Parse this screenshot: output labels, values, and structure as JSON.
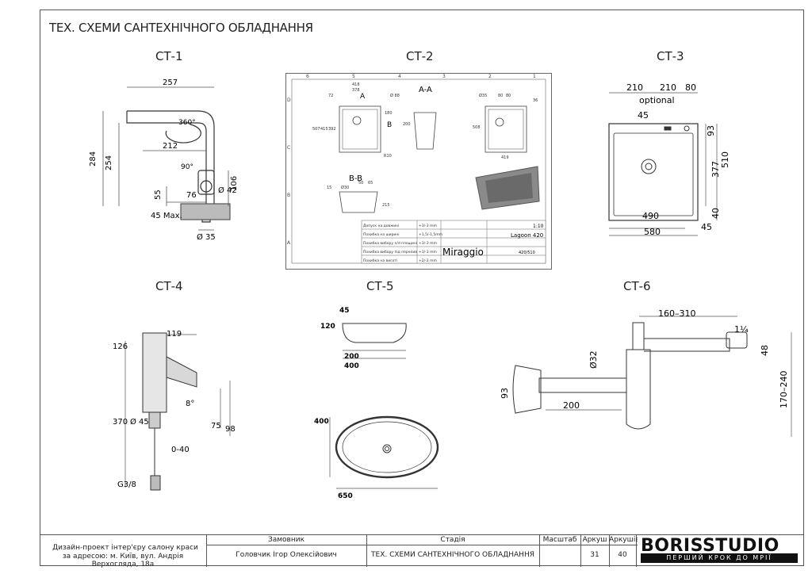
{
  "sheet_title": "ТЕХ. СХЕМИ САНТЕХНІЧНОГО ОБЛАДНАННЯ",
  "labels": {
    "ct1": "СТ-1",
    "ct2": "СТ-2",
    "ct3": "СТ-3",
    "ct4": "СТ-4",
    "ct5": "СТ-5",
    "ct6": "СТ-6"
  },
  "ct1": {
    "d257": "257",
    "d284": "284",
    "d254": "254",
    "d212": "212",
    "d360": "360°",
    "d90": "90°",
    "d55": "55",
    "d76": "76",
    "d42": "Ø 42",
    "d106": "106",
    "d45max": "45 Max.",
    "d35": "Ø 35"
  },
  "ct2": {
    "col_nums": [
      "6",
      "5",
      "4",
      "3",
      "2",
      "1"
    ],
    "row_letters": [
      "D",
      "C",
      "B",
      "A"
    ],
    "sec_aa": "A-A",
    "sec_bb": "B-B",
    "mark_a": "A",
    "mark_b": "B",
    "d418": "418",
    "d378": "378",
    "d72": "72",
    "d88": "Ø 88",
    "d180": "180",
    "d200": "200",
    "d507": "507",
    "d415": "415",
    "d392": "392",
    "dR10": "R10",
    "d35": "Ø35",
    "d80a": "80",
    "d80b": "80",
    "d36": "36",
    "d508": "508",
    "d419": "419",
    "d30": "Ø30",
    "d50": "50",
    "d65": "65",
    "d15": "15",
    "d215": "215",
    "table_rows": [
      "Допуск на довжині",
      "Похибка на ширині",
      "Похибка вибору n/d площині",
      "Похибка вибору під перелив",
      "Похибка на висоті"
    ],
    "table_vals": [
      "+3/-3 mm",
      "+1,5/-1,5mm",
      "+3/-3 mm",
      "+3/-3 mm",
      "+2/-2 mm"
    ],
    "scale": "1:10",
    "model": "Lagoon 420",
    "size": "420/510",
    "brand": "Miraggio"
  },
  "ct3": {
    "d210a": "210",
    "d210b": "210",
    "d80": "80",
    "optional": "optional",
    "d45": "45",
    "d93": "93",
    "d377": "377",
    "d510": "510",
    "d490": "490",
    "d40": "40",
    "d45b": "45",
    "d580": "580"
  },
  "ct4": {
    "d119": "119",
    "d126": "126",
    "d370": "370",
    "d45": "Ø 45",
    "d8": "8°",
    "d75": "75",
    "d98": "98",
    "d040": "0-40",
    "g38": "G3/8"
  },
  "ct5": {
    "d45": "45",
    "d120": "120",
    "d200": "200",
    "d400": "400",
    "d400b": "400",
    "d650": "650"
  },
  "ct6": {
    "d160310": "160–310",
    "d114": "1¼",
    "d48": "48",
    "d32": "Ø32",
    "d93": "93",
    "d200": "200",
    "d170240": "170–240"
  },
  "title_block": {
    "project_line1": "Дизайн-проект інтер'єру салону краси",
    "project_line2": "за адресою: м. Київ, вул. Андрія Верхогляда, 18а",
    "h_customer": "Замовник",
    "v_customer": "Головчик Ігор Олексійович",
    "h_stage": "Стадія",
    "v_stage": "ТЕХ. СХЕМИ САНТЕХНІЧНОГО ОБЛАДНАННЯ",
    "h_scale": "Масштаб",
    "h_sheet": "Аркуш",
    "v_sheet": "31",
    "h_sheets": "Аркушів",
    "v_sheets": "40"
  },
  "logo": {
    "name": "BORISSTUDIO",
    "tagline": "ПЕРШИЙ КРОК ДО МРІЇ"
  }
}
